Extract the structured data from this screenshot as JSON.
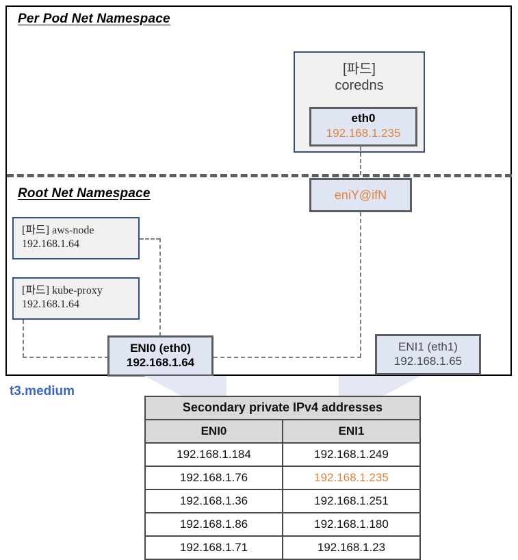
{
  "namespaces": {
    "per_pod": "Per Pod  Net Namespace",
    "root": "Root Net Namespace"
  },
  "pod_coredns": {
    "kind_label": "[파드]",
    "name": "coredns",
    "interface": "eth0",
    "ip": "192.168.1.235"
  },
  "veth": {
    "label": "eniY@ifN"
  },
  "host_pods": [
    {
      "kind_label": "[파드]",
      "name": "aws-node",
      "ip": "192.168.1.64"
    },
    {
      "kind_label": "[파드]",
      "name": "kube-proxy",
      "ip": "192.168.1.64"
    }
  ],
  "enis": [
    {
      "name": "ENI0 (eth0)",
      "ip": "192.168.1.64"
    },
    {
      "name": "ENI1 (eth1)",
      "ip": "192.168.1.65"
    }
  ],
  "instance_type": "t3.medium",
  "table": {
    "title": "Secondary private IPv4 addresses",
    "headers": [
      "ENI0",
      "ENI1"
    ],
    "rows": [
      [
        "192.168.1.184",
        "192.168.1.249"
      ],
      [
        "192.168.1.76",
        "192.168.1.235"
      ],
      [
        "192.168.1.36",
        "192.168.1.251"
      ],
      [
        "192.168.1.86",
        "192.168.1.180"
      ],
      [
        "192.168.1.71",
        "192.168.1.23"
      ]
    ],
    "highlight_cell": {
      "row": 1,
      "col": 1
    }
  },
  "colors": {
    "accent_orange": "#e1853c",
    "pod_border_navy": "#32508c",
    "eni_fill": "#dfe5f2",
    "instance_label_blue": "#3a66c4"
  }
}
